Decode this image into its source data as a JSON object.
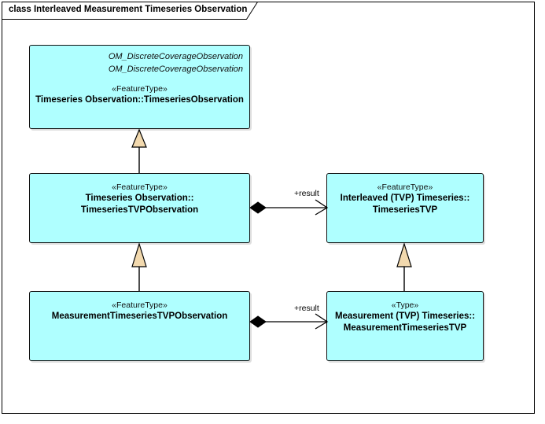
{
  "diagram": {
    "kind_keyword": "class",
    "title": "class Interleaved Measurement Timeseries Observation",
    "title_text": "Interleaved Measurement Timeseries Observation",
    "colors": {
      "class_fill": "#AFFFFF",
      "class_border": "#111111",
      "generalization_arrow_fill": "#F2D9AE",
      "connector_line": "#000000",
      "frame_border": "#000000",
      "background": "#FFFFFF"
    }
  },
  "classes": [
    {
      "id": "timeseries-observation",
      "realized_interfaces": [
        "OM_DiscreteCoverageObservation",
        "OM_DiscreteCoverageObservation"
      ],
      "stereotype": "«FeatureType»",
      "name_lines": [
        "Timeseries Observation::TimeseriesObservation"
      ]
    },
    {
      "id": "timeseries-tvp-observation",
      "realized_interfaces": [],
      "stereotype": "«FeatureType»",
      "name_lines": [
        "Timeseries Observation::",
        "TimeseriesTVPObservation"
      ]
    },
    {
      "id": "timeseries-tvp",
      "realized_interfaces": [],
      "stereotype": "«FeatureType»",
      "name_lines": [
        "Interleaved (TVP) Timeseries::",
        "TimeseriesTVP"
      ]
    },
    {
      "id": "measurement-timeseries-tvp-observation",
      "realized_interfaces": [],
      "stereotype": "«FeatureType»",
      "name_lines": [
        "MeasurementTimeseriesTVPObservation"
      ]
    },
    {
      "id": "measurement-timeseries-tvp",
      "realized_interfaces": [],
      "stereotype": "«Type»",
      "name_lines": [
        "Measurement (TVP) Timeseries::",
        "MeasurementTimeseriesTVP"
      ]
    }
  ],
  "connectors": [
    {
      "id": "gen-upper-left",
      "type": "generalization",
      "from": "timeseries-tvp-observation",
      "to": "timeseries-observation",
      "label": ""
    },
    {
      "id": "gen-lower-left",
      "type": "generalization",
      "from": "measurement-timeseries-tvp-observation",
      "to": "timeseries-tvp-observation",
      "label": ""
    },
    {
      "id": "gen-lower-right",
      "type": "generalization",
      "from": "measurement-timeseries-tvp",
      "to": "timeseries-tvp",
      "label": ""
    },
    {
      "id": "assoc-result-upper",
      "type": "composition",
      "from": "timeseries-tvp-observation",
      "to": "timeseries-tvp",
      "label": "+result"
    },
    {
      "id": "assoc-result-lower",
      "type": "composition",
      "from": "measurement-timeseries-tvp-observation",
      "to": "measurement-timeseries-tvp",
      "label": "+result"
    }
  ]
}
